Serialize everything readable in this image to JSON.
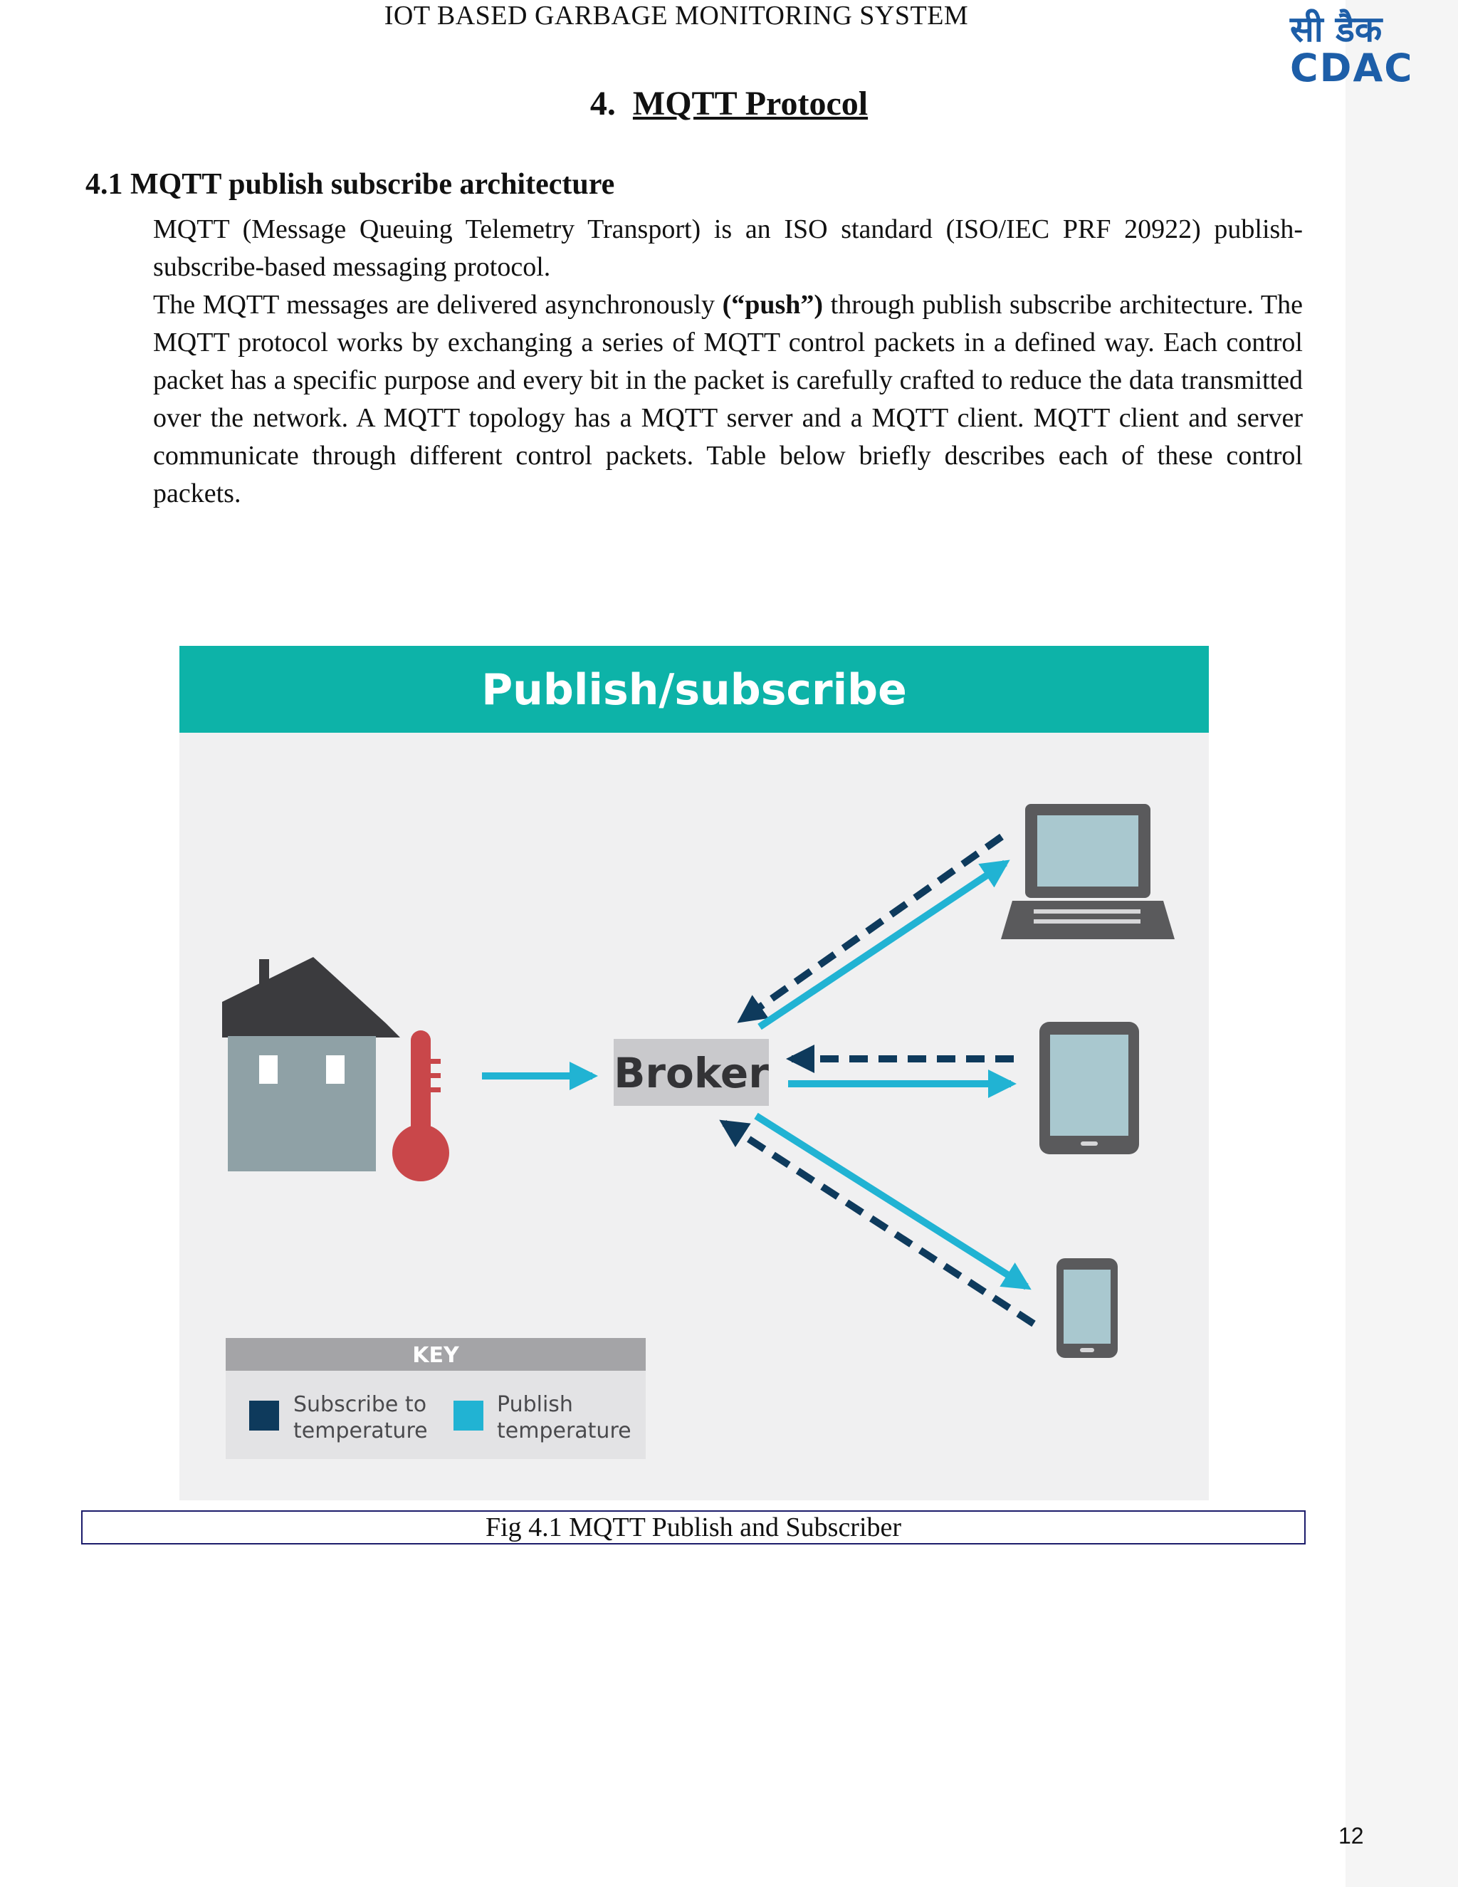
{
  "header": {
    "running_title": "IOT BASED GARBAGE MONITORING SYSTEM",
    "logo_devanagari": "सी डैक",
    "logo_latin": "CDAC"
  },
  "chapter": {
    "number": "4.",
    "title": "MQTT Protocol"
  },
  "section": {
    "heading": "4.1 MQTT publish subscribe architecture"
  },
  "paragraphs": {
    "p1": "MQTT (Message Queuing Telemetry Transport) is an ISO standard (ISO/IEC PRF 20922) publish-subscribe-based messaging protocol.",
    "p2_before": "The MQTT messages are delivered asynchronously ",
    "p2_bold": "(“push”)",
    "p2_after": " through publish subscribe architecture. The MQTT protocol works by exchanging a series of MQTT control packets in a defined way. Each control packet has a specific purpose and every bit in the packet is carefully crafted to reduce the data transmitted over the network. A MQTT topology has a MQTT server and a MQTT client. MQTT client and server communicate through different control packets. Table below briefly describes each of these control packets."
  },
  "figure": {
    "banner_title": "Publish/subscribe",
    "broker_label": "Broker",
    "key": {
      "title": "KEY",
      "subscribe_line1": "Subscribe to",
      "subscribe_line2": "temperature",
      "publish_line1": "Publish",
      "publish_line2": "temperature"
    },
    "colors": {
      "banner": "#0db3a8",
      "publish": "#21b3d3",
      "subscribe": "#0e3a5c",
      "background": "#f0f0f1",
      "device_gray": "#5a5a5c",
      "house": "#8fa1a6",
      "roof": "#3b3b3e",
      "thermometer": "#c9474a"
    },
    "caption": "Fig 4.1 MQTT Publish and Subscriber"
  },
  "footer": {
    "page_number": "12"
  }
}
